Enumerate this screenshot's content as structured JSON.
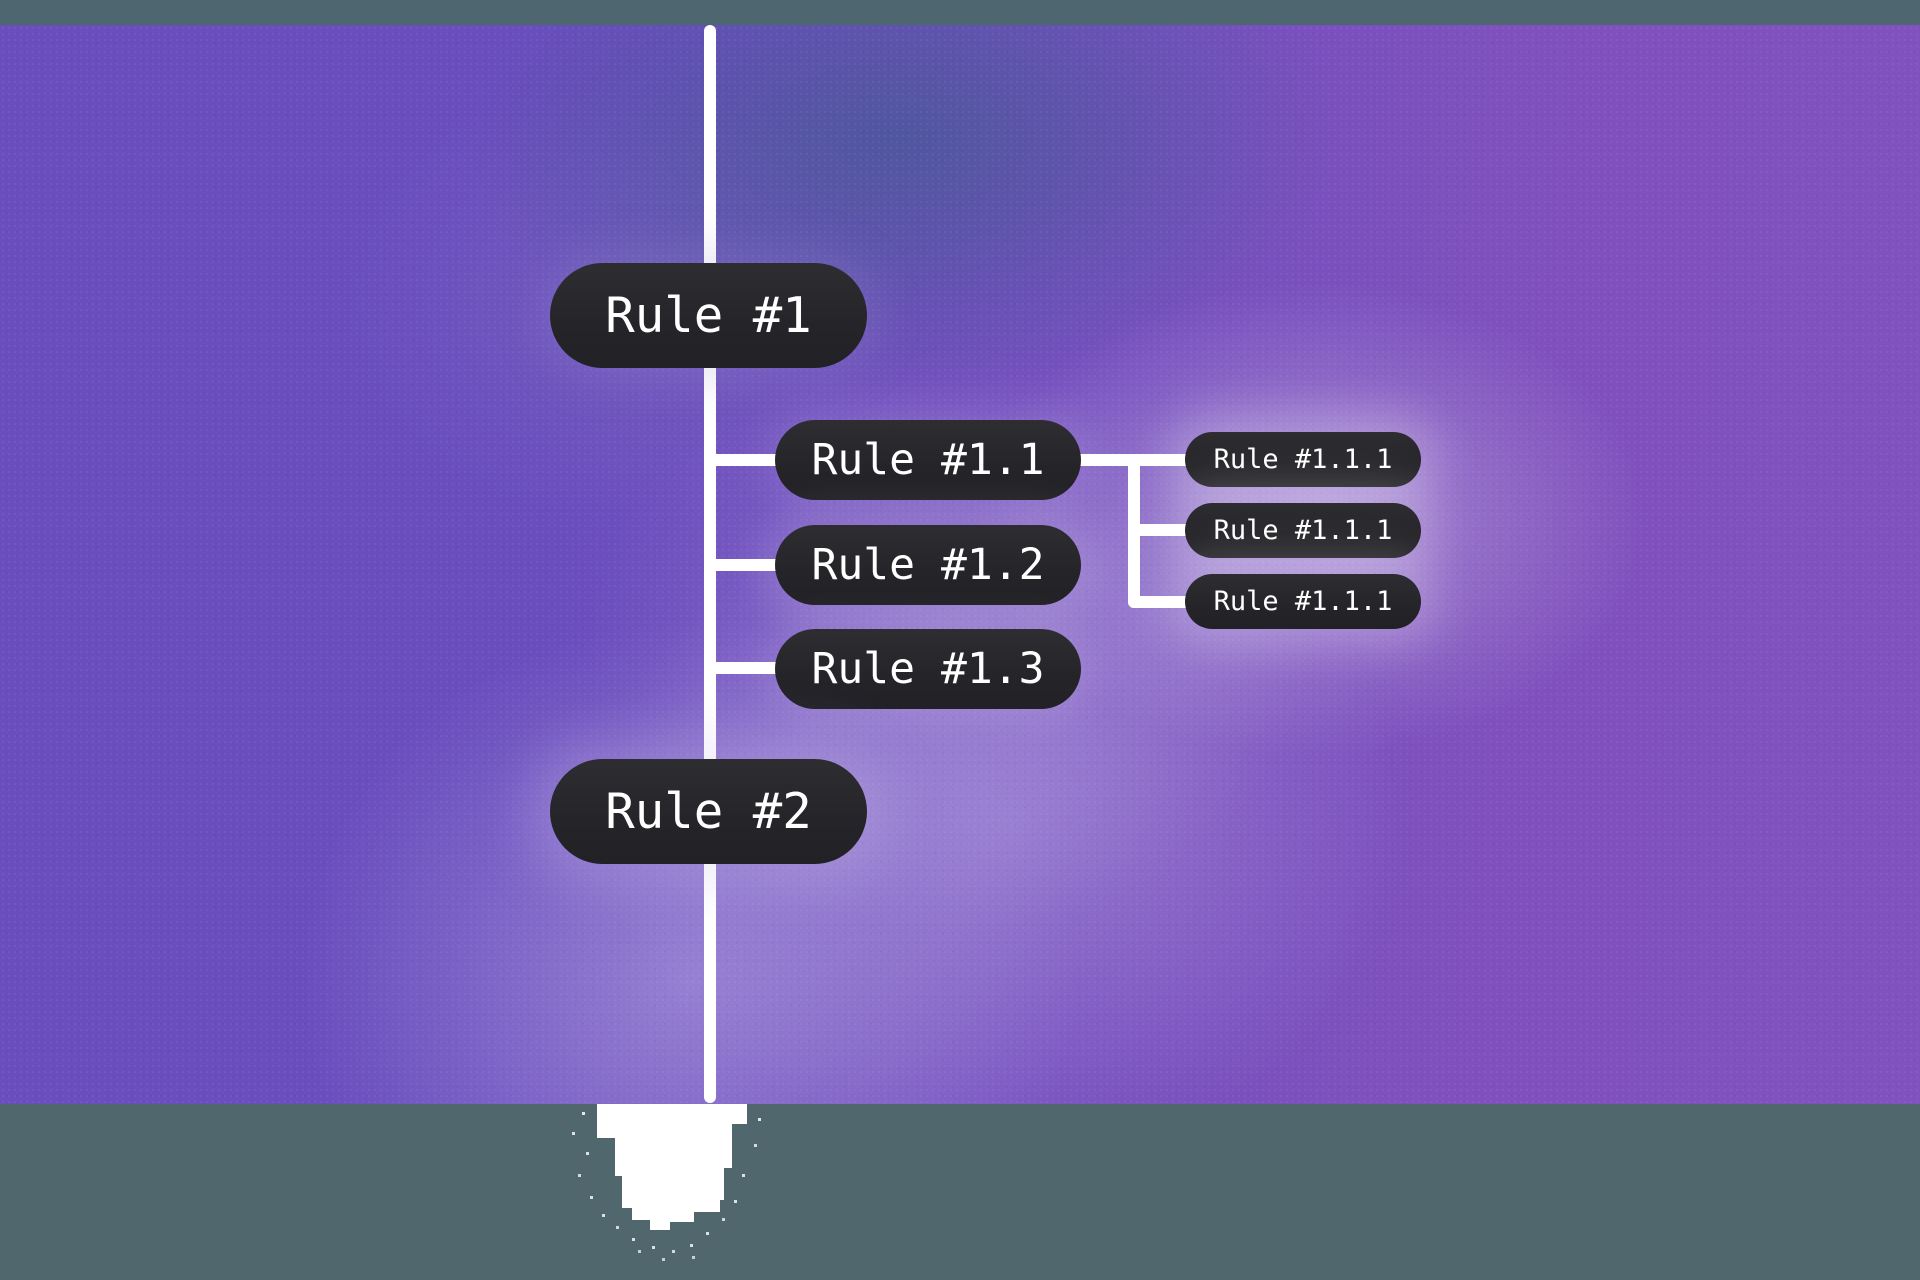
{
  "colors": {
    "top_bar": "#4d6670",
    "bottom_bar": "#4f676d",
    "purple_left": "#6a4ebe",
    "purple_right": "#8052bd",
    "bluish_wash": "#5c5bab",
    "glow_lavender": "#a98fd6",
    "node_fill": "#28272b",
    "node_text": "#ffffff",
    "connector": "#ffffff"
  },
  "nodes": {
    "rule1": {
      "label": "Rule #1"
    },
    "rule1_1": {
      "label": "Rule #1.1"
    },
    "rule1_2": {
      "label": "Rule #1.2"
    },
    "rule1_3": {
      "label": "Rule #1.3"
    },
    "rule1_1_1a": {
      "label": "Rule #1.1.1"
    },
    "rule1_1_1b": {
      "label": "Rule #1.1.1"
    },
    "rule1_1_1c": {
      "label": "Rule #1.1.1"
    },
    "rule2": {
      "label": "Rule #2"
    }
  }
}
